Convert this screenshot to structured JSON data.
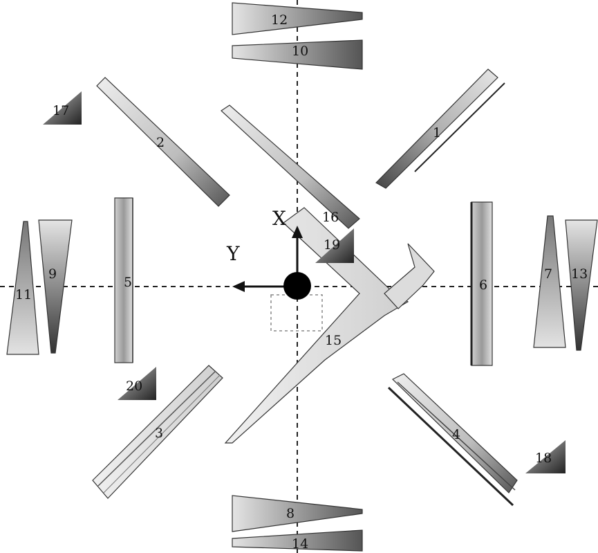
{
  "axes": {
    "x_label": "X",
    "y_label": "Y"
  },
  "colors": {
    "ink": "#111111",
    "shade_dark": "#555555",
    "shade_mid": "#9a9a9a",
    "shade_light": "#d8d8d8"
  },
  "parts": [
    {
      "id": "p1",
      "label": "1"
    },
    {
      "id": "p2",
      "label": "2"
    },
    {
      "id": "p3",
      "label": "3"
    },
    {
      "id": "p4",
      "label": "4"
    },
    {
      "id": "p5",
      "label": "5"
    },
    {
      "id": "p6",
      "label": "6"
    },
    {
      "id": "p7",
      "label": "7"
    },
    {
      "id": "p8",
      "label": "8"
    },
    {
      "id": "p9",
      "label": "9"
    },
    {
      "id": "p10",
      "label": "10"
    },
    {
      "id": "p11",
      "label": "11"
    },
    {
      "id": "p12",
      "label": "12"
    },
    {
      "id": "p13",
      "label": "13"
    },
    {
      "id": "p14",
      "label": "14"
    },
    {
      "id": "p15",
      "label": "15"
    },
    {
      "id": "p16",
      "label": "16"
    },
    {
      "id": "p17",
      "label": "17"
    },
    {
      "id": "p18",
      "label": "18"
    },
    {
      "id": "p19",
      "label": "19"
    },
    {
      "id": "p20",
      "label": "20"
    }
  ]
}
